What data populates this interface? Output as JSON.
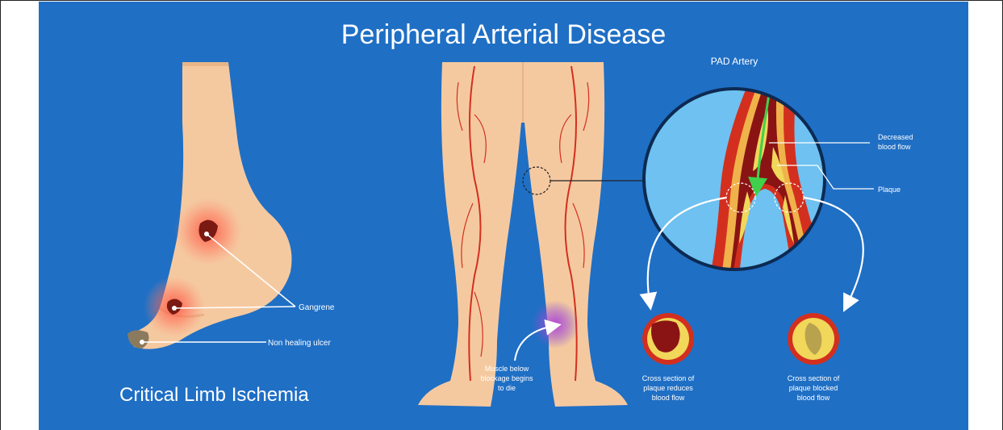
{
  "title": "Peripheral Arterial Disease",
  "left": {
    "caption": "Critical Limb Ischemia",
    "labels": {
      "gangrene": "Gangrene",
      "ulcer": "Non healing ulcer"
    }
  },
  "middle": {
    "label_line1": "Muscle below",
    "label_line2": "blockage begins",
    "label_line3": "to die"
  },
  "right": {
    "heading": "PAD Artery",
    "decreased_line1": "Decreased",
    "decreased_line2": "blood flow",
    "plaque": "Plaque",
    "cs1_line1": "Cross section of",
    "cs1_line2": "plaque reduces",
    "cs1_line3": "blood flow",
    "cs2_line1": "Cross section of",
    "cs2_line2": "plaque blocked",
    "cs2_line3": "blood flow"
  },
  "colors": {
    "background": "#1f6fc5",
    "skin": "#f5c9a0",
    "artery": "#d32f1e",
    "plaque": "#f1d75a",
    "lumen_blood": "#8a1414",
    "flow_arrow": "#3fd14b"
  }
}
